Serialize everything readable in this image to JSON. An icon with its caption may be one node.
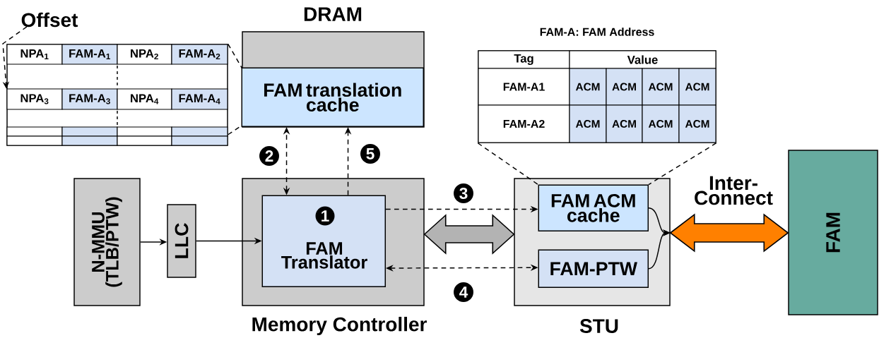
{
  "diagram": {
    "nodes": [
      {
        "text": [
          "DRAM"
        ]
      },
      {
        "text": [
          "FAM translation cache"
        ],
        "in": 0
      },
      {
        "text": [
          "Memory Controller"
        ]
      },
      {
        "text": [
          "1",
          "FAM Translator"
        ],
        "in": 2
      },
      {
        "text": [
          "N-MMU (TLB/PTW)"
        ]
      },
      {
        "text": [
          "LLC"
        ]
      },
      {
        "text": [
          "STU"
        ]
      },
      {
        "text": [
          "FAM ACM cache"
        ],
        "in": 6
      },
      {
        "text": [
          "FAM-PTW"
        ],
        "in": 6
      },
      {
        "text": [
          "FAM"
        ]
      },
      {
        "text": [
          "NPA$_{1}$",
          "FAM-A$_{1}$",
          "NPA$_{2}$",
          "FAM-A$_{2}$",
          "NPA$_{3}$",
          "FAM-A$_{3}$",
          "NPA$_{4}$",
          "FAM-A$_{4}$"
        ]
      },
      {
        "text": [
          "FAM-A: FAM Address",
          "Tag",
          "Value",
          "FAM-A1",
          "ACM",
          "ACM",
          "ACM",
          "ACM",
          "FAM-A2",
          "ACM",
          "ACM",
          "ACM",
          "ACM"
        ]
      },
      {
        "text": [
          "Offset"
        ]
      }
    ],
    "edges": [
      {
        "from": 4,
        "to": 5,
        "arrow": "to"
      },
      {
        "from": 5,
        "to": 3,
        "arrow": "to"
      },
      {
        "from": 3,
        "to": 1,
        "arrow": "both",
        "style": "dashed",
        "label": "2"
      },
      {
        "from": 3,
        "to": 1,
        "arrow": "to",
        "style": "dashed",
        "label": "5"
      },
      {
        "from": 3,
        "to": 7,
        "arrow": "to",
        "style": "dashed",
        "label": "3"
      },
      {
        "from": 3,
        "to": 8,
        "arrow": "both",
        "style": "dashed",
        "label": "4"
      },
      {
        "from": 2,
        "to": 6,
        "arrow": "both",
        "style": "thick",
        "color": "#b3b3b3"
      },
      {
        "from": 7,
        "to": 6,
        "arrow": "to"
      },
      {
        "from": 8,
        "to": 6,
        "arrow": "to"
      },
      {
        "from": 6,
        "to": 9,
        "arrow": "both",
        "style": "thick",
        "color": "#ff8000",
        "label": "Inter- Connect"
      },
      {
        "from": 10,
        "to": 0,
        "arrow": "none",
        "style": "dashed"
      },
      {
        "from": 10,
        "to": 0,
        "arrow": "none",
        "style": "dashed"
      },
      {
        "from": 11,
        "to": 7,
        "arrow": "none",
        "style": "dashed"
      },
      {
        "from": 11,
        "to": 7,
        "arrow": "none",
        "style": "dashed"
      },
      {
        "from": 12,
        "to": 10,
        "arrow": "to",
        "style": "dashed"
      }
    ]
  }
}
